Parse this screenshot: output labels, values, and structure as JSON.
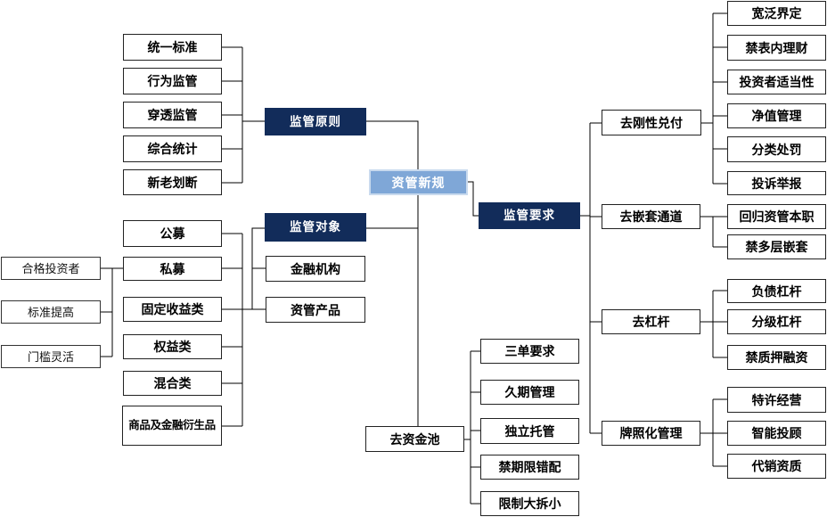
{
  "diagram": {
    "kind": "mind-map",
    "root_label": "资管新规"
  },
  "colors": {
    "background": "#ffffff",
    "branch_navy": "#122c5a",
    "root_blue_fill": "#7fa7d7",
    "root_blue_border": "#c9daee",
    "item_border": "#222222",
    "item_text": "#000000",
    "branch_text": "#ffffff",
    "connector": "#000000"
  },
  "nodes": [
    {
      "id": "root",
      "label": "资管新规",
      "kind": "root",
      "parent": null
    },
    {
      "id": "supervision-principles",
      "label": "监管原则",
      "kind": "branch",
      "parent": "root"
    },
    {
      "id": "unified-standards",
      "label": "统一标准",
      "kind": "item",
      "parent": "supervision-principles"
    },
    {
      "id": "behavior-supervision",
      "label": "行为监管",
      "kind": "item",
      "parent": "supervision-principles"
    },
    {
      "id": "penetrating-supervision",
      "label": "穿透监管",
      "kind": "item",
      "parent": "supervision-principles"
    },
    {
      "id": "comprehensive-statistics",
      "label": "综合统计",
      "kind": "item",
      "parent": "supervision-principles"
    },
    {
      "id": "new-old-demarcation",
      "label": "新老划断",
      "kind": "item",
      "parent": "supervision-principles"
    },
    {
      "id": "supervision-objects",
      "label": "监管对象",
      "kind": "branch",
      "parent": "root"
    },
    {
      "id": "financial-institutions",
      "label": "金融机构",
      "kind": "item",
      "parent": "supervision-objects"
    },
    {
      "id": "asset-mgmt-products",
      "label": "资管产品",
      "kind": "item",
      "parent": "supervision-objects"
    },
    {
      "id": "public-offering",
      "label": "公募",
      "kind": "item",
      "parent": "asset-mgmt-products"
    },
    {
      "id": "private-offering",
      "label": "私募",
      "kind": "item",
      "parent": "asset-mgmt-products"
    },
    {
      "id": "fixed-income",
      "label": "固定收益类",
      "kind": "item",
      "parent": "asset-mgmt-products"
    },
    {
      "id": "equity",
      "label": "权益类",
      "kind": "item",
      "parent": "asset-mgmt-products"
    },
    {
      "id": "mixed",
      "label": "混合类",
      "kind": "item",
      "parent": "asset-mgmt-products"
    },
    {
      "id": "commodity-derivatives",
      "label": "商品及金融衍生品",
      "kind": "item",
      "parent": "asset-mgmt-products"
    },
    {
      "id": "qualified-investors",
      "label": "合格投资者",
      "kind": "item-light",
      "parent": "private-offering"
    },
    {
      "id": "standards-raised",
      "label": "标准提高",
      "kind": "item-light",
      "parent": "qualified-investors"
    },
    {
      "id": "flexible-threshold",
      "label": "门槛灵活",
      "kind": "item-light",
      "parent": "qualified-investors"
    },
    {
      "id": "supervision-requirements",
      "label": "监管要求",
      "kind": "branch",
      "parent": "root"
    },
    {
      "id": "no-rigid-payment",
      "label": "去刚性兑付",
      "kind": "item",
      "parent": "supervision-requirements"
    },
    {
      "id": "broad-definition",
      "label": "宽泛界定",
      "kind": "item",
      "parent": "no-rigid-payment"
    },
    {
      "id": "no-on-balance-wmp",
      "label": "禁表内理财",
      "kind": "item",
      "parent": "no-rigid-payment"
    },
    {
      "id": "investor-suitability",
      "label": "投资者适当性",
      "kind": "item",
      "parent": "no-rigid-payment"
    },
    {
      "id": "nav-management",
      "label": "净值管理",
      "kind": "item",
      "parent": "no-rigid-payment"
    },
    {
      "id": "classified-penalties",
      "label": "分类处罚",
      "kind": "item",
      "parent": "no-rigid-payment"
    },
    {
      "id": "complaint-reporting",
      "label": "投诉举报",
      "kind": "item",
      "parent": "no-rigid-payment"
    },
    {
      "id": "no-nested-channels",
      "label": "去嵌套通道",
      "kind": "item",
      "parent": "supervision-requirements"
    },
    {
      "id": "return-to-core-business",
      "label": "回归资管本职",
      "kind": "item",
      "parent": "no-nested-channels"
    },
    {
      "id": "no-multilayer-nesting",
      "label": "禁多层嵌套",
      "kind": "item",
      "parent": "no-nested-channels"
    },
    {
      "id": "deleveraging",
      "label": "去杠杆",
      "kind": "item",
      "parent": "supervision-requirements"
    },
    {
      "id": "debt-leverage",
      "label": "负债杠杆",
      "kind": "item",
      "parent": "deleveraging"
    },
    {
      "id": "tranche-leverage",
      "label": "分级杠杆",
      "kind": "item",
      "parent": "deleveraging"
    },
    {
      "id": "no-pledge-financing",
      "label": "禁质押融资",
      "kind": "item",
      "parent": "deleveraging"
    },
    {
      "id": "license-management",
      "label": "牌照化管理",
      "kind": "item",
      "parent": "supervision-requirements"
    },
    {
      "id": "franchise-operation",
      "label": "特许经营",
      "kind": "item",
      "parent": "license-management"
    },
    {
      "id": "robo-advisory",
      "label": "智能投顾",
      "kind": "item",
      "parent": "license-management"
    },
    {
      "id": "distribution-qualification",
      "label": "代销资质",
      "kind": "item",
      "parent": "license-management"
    },
    {
      "id": "no-fund-pooling",
      "label": "去资金池",
      "kind": "item",
      "parent": "supervision-requirements"
    },
    {
      "id": "three-separates",
      "label": "三单要求",
      "kind": "item",
      "parent": "no-fund-pooling"
    },
    {
      "id": "duration-management",
      "label": "久期管理",
      "kind": "item",
      "parent": "no-fund-pooling"
    },
    {
      "id": "independent-custody",
      "label": "独立托管",
      "kind": "item",
      "parent": "no-fund-pooling"
    },
    {
      "id": "no-maturity-mismatch",
      "label": "禁期限错配",
      "kind": "item",
      "parent": "no-fund-pooling"
    },
    {
      "id": "limit-big-to-small",
      "label": "限制大拆小",
      "kind": "item",
      "parent": "no-fund-pooling"
    }
  ]
}
